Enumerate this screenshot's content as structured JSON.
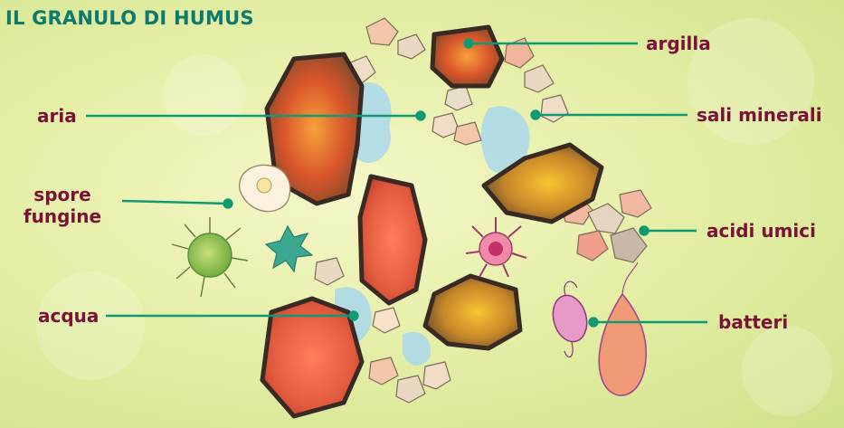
{
  "title": "IL GRANULO DI HUMUS",
  "labels": {
    "argilla": "argilla",
    "aria": "aria",
    "sali_minerali": "sali minerali",
    "spore_1": "spore",
    "spore_2": "fungine",
    "acidi_umici": "acidi umici",
    "acqua": "acqua",
    "batteri": "batteri"
  },
  "colors": {
    "title": "#0c7a6c",
    "label_text": "#7a1236",
    "leader_line": "#0f9a73"
  }
}
